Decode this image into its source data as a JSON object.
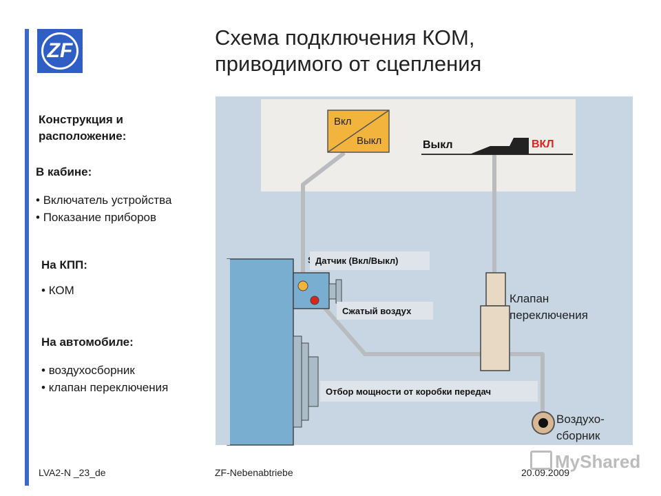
{
  "title": {
    "line1": "Схема подключения КОМ,",
    "line2": "приводимого от сцепления"
  },
  "logo_text": "ZF",
  "sidebar": {
    "construction_heading_1": "Конструкция и",
    "construction_heading_2": "расположение:",
    "cabin_heading": "В кабине:",
    "cabin_items": [
      "Включатель устройства",
      "Показание приборов"
    ],
    "gearbox_heading": "На КПП:",
    "gearbox_items": [
      "КОМ"
    ],
    "vehicle_heading": "На автомобиле:",
    "vehicle_items": [
      "воздухосборник",
      "клапан переключения"
    ]
  },
  "diagram": {
    "switch_on": "Вкл",
    "switch_off": "Выкл",
    "lever_off": "Выкл",
    "lever_on": "ВКЛ",
    "sensor_label": "Датчик (Вкл/Выкл)",
    "sensor_prefix": "S",
    "air_label": "Сжатый воздух",
    "pto_label": "Отбор мощности от коробки передач",
    "valve_label_1": "Клапан",
    "valve_label_2": "переключения",
    "tank_label_1": "Воздухо-",
    "tank_label_2": "сборник"
  },
  "footer": {
    "left": "LVA2-N _23_de",
    "middle": "ZF-Nebenabtriebe",
    "right": "20.09.2009"
  },
  "watermark": "MyShared",
  "colors": {
    "brand_blue": "#2f5fc4",
    "diagram_bg": "#c7d6e2",
    "switch_yellow": "#f2b43c",
    "lever_red": "#d9261c",
    "pipe_gray": "#b9bcbf"
  }
}
